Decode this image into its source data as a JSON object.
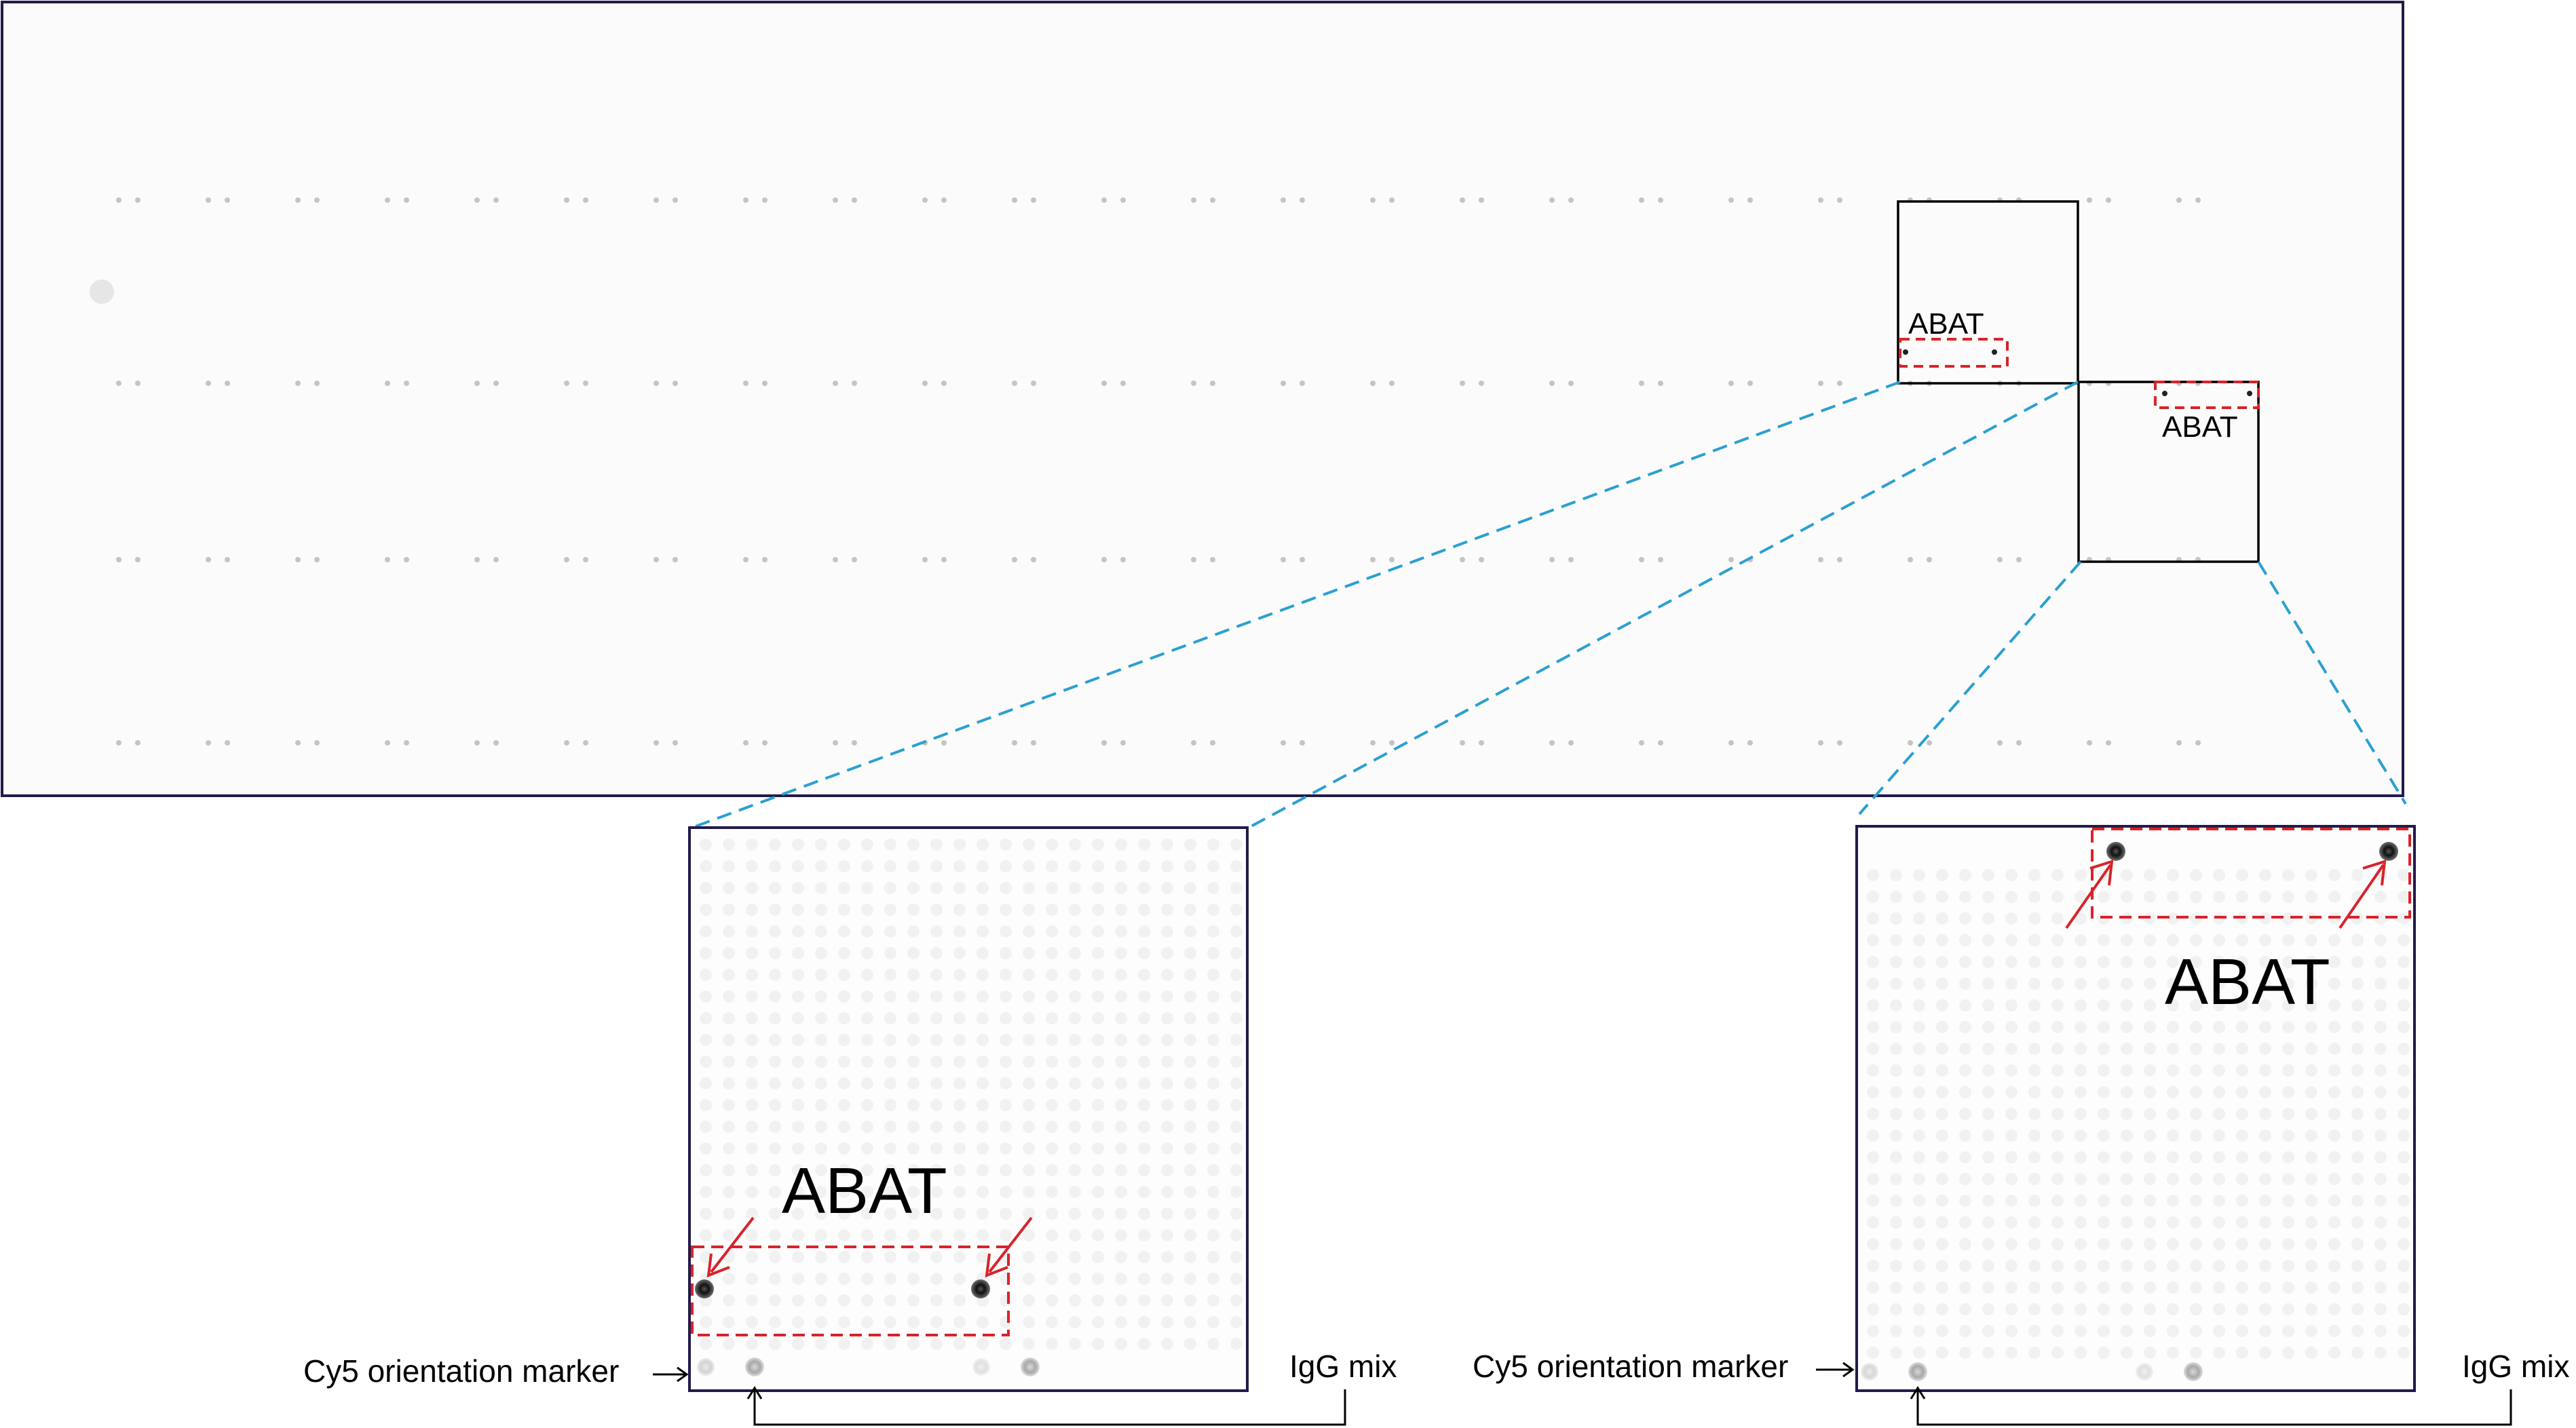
{
  "labels": {
    "gene_small_1": "ABAT",
    "gene_small_2": "ABAT",
    "gene_large_1": "ABAT",
    "gene_large_2": "ABAT",
    "cy5_left": "Cy5 orientation marker",
    "cy5_right": "Cy5 orientation marker",
    "igg_left": "IgG mix",
    "igg_right": "IgG mix"
  },
  "colors": {
    "frame": "#241a4a",
    "highlight": "#d8232a",
    "connector": "#2aa0d0",
    "text": "#000000"
  }
}
